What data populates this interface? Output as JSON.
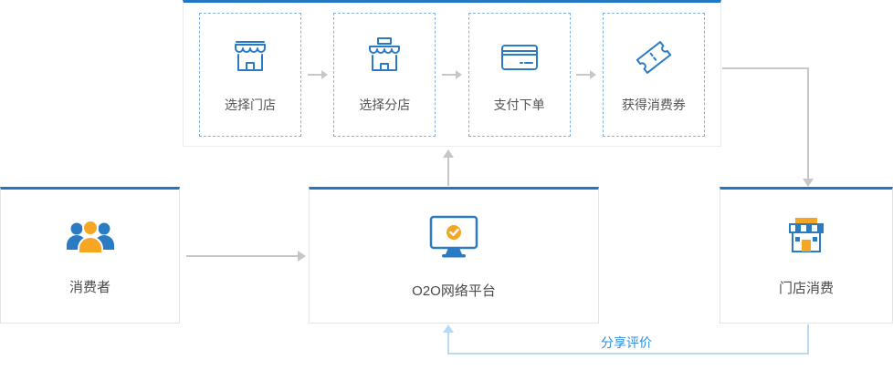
{
  "top_flow": {
    "steps": [
      {
        "label": "选择门店",
        "icon": "store-icon"
      },
      {
        "label": "选择分店",
        "icon": "branch-store-icon"
      },
      {
        "label": "支付下单",
        "icon": "credit-card-icon"
      },
      {
        "label": "获得消费券",
        "icon": "coupon-icon"
      }
    ]
  },
  "nodes": {
    "consumer": {
      "label": "消费者",
      "icon": "consumer-group-icon"
    },
    "platform": {
      "label": "O2O网络平台",
      "icon": "monitor-check-icon"
    },
    "store": {
      "label": "门店消费",
      "icon": "storefront-icon"
    }
  },
  "feedback": {
    "label": "分享评价"
  },
  "colors": {
    "accent_blue": "#2277c2",
    "icon_blue": "#2b7bc4",
    "icon_orange": "#f5a623",
    "arrow_gray": "#c7c7c7",
    "feedback_line": "#bcd9f2",
    "feedback_text": "#2e8fd8",
    "dashed_border": "#84b2de"
  }
}
